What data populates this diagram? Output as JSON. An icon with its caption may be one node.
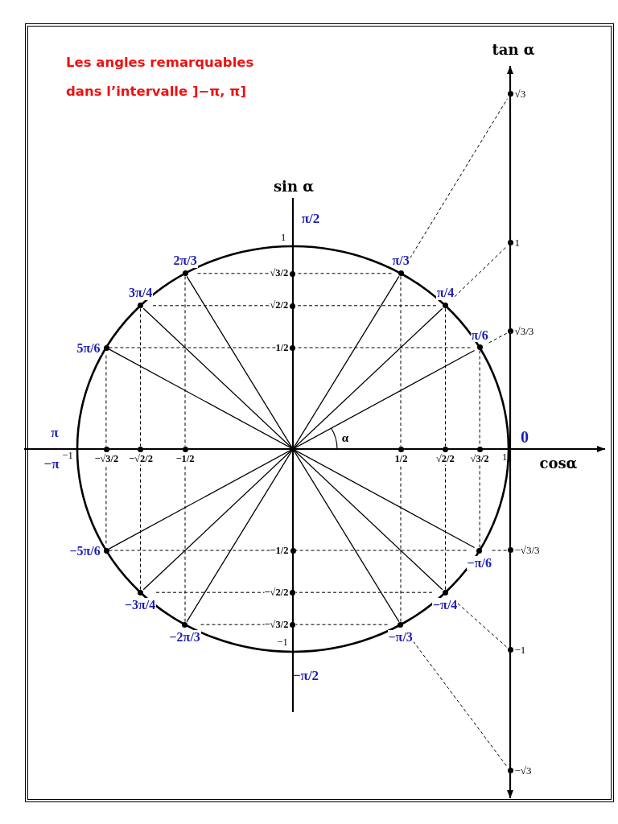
{
  "diagram": {
    "title": "Les angles remarquables dans l’intervalle ]−π, π]",
    "nodes": [
      {
        "text": [
          "2π/3"
        ]
      },
      {
        "text": [
          "π/3"
        ]
      },
      {
        "text": [
          "3π/4"
        ]
      },
      {
        "text": [
          "π/4"
        ]
      },
      {
        "text": [
          "5π/6"
        ]
      },
      {
        "text": [
          "π/6"
        ]
      },
      {
        "text": [
          "−5π/6"
        ]
      },
      {
        "text": [
          "−π/6"
        ]
      },
      {
        "text": [
          "−3π/4"
        ]
      },
      {
        "text": [
          "−π/4"
        ]
      },
      {
        "text": [
          "−2π/3"
        ]
      },
      {
        "text": [
          "−π/3"
        ]
      },
      {
        "text": [
          "√3/2"
        ]
      },
      {
        "text": [
          "√2/2"
        ]
      },
      {
        "text": [
          "1/2"
        ]
      },
      {
        "text": [
          "−1/2"
        ]
      },
      {
        "text": [
          "−√2/2"
        ]
      },
      {
        "text": [
          "−√3/2"
        ]
      },
      {
        "text": [
          "−√3/2"
        ]
      },
      {
        "text": [
          "−√2/2"
        ]
      },
      {
        "text": [
          "−1/2"
        ]
      },
      {
        "text": [
          "1/2"
        ]
      },
      {
        "text": [
          "√2/2"
        ]
      },
      {
        "text": [
          "√3/2"
        ]
      },
      {
        "text": [
          "√3"
        ]
      },
      {
        "text": [
          "1"
        ]
      },
      {
        "text": [
          "√3/3"
        ]
      },
      {
        "text": [
          "−√3/3"
        ]
      },
      {
        "text": [
          "−1"
        ]
      },
      {
        "text": [
          "−√3"
        ]
      }
    ],
    "edges": [
      {
        "from": 0,
        "to": 11,
        "arrow": "none"
      },
      {
        "from": 1,
        "to": 10,
        "arrow": "none"
      },
      {
        "from": 2,
        "to": 9,
        "arrow": "none"
      },
      {
        "from": 3,
        "to": 8,
        "arrow": "none"
      },
      {
        "from": 4,
        "to": 7,
        "arrow": "none"
      },
      {
        "from": 5,
        "to": 6,
        "arrow": "none"
      },
      {
        "from": 0,
        "to": 12,
        "arrow": "none",
        "style": "dashed"
      },
      {
        "from": 1,
        "to": 12,
        "arrow": "none",
        "style": "dashed"
      },
      {
        "from": 2,
        "to": 13,
        "arrow": "none",
        "style": "dashed"
      },
      {
        "from": 3,
        "to": 13,
        "arrow": "none",
        "style": "dashed"
      },
      {
        "from": 4,
        "to": 14,
        "arrow": "none",
        "style": "dashed"
      },
      {
        "from": 5,
        "to": 14,
        "arrow": "none",
        "style": "dashed"
      },
      {
        "from": 6,
        "to": 15,
        "arrow": "none",
        "style": "dashed"
      },
      {
        "from": 7,
        "to": 15,
        "arrow": "none",
        "style": "dashed"
      },
      {
        "from": 8,
        "to": 16,
        "arrow": "none",
        "style": "dashed"
      },
      {
        "from": 9,
        "to": 16,
        "arrow": "none",
        "style": "dashed"
      },
      {
        "from": 10,
        "to": 17,
        "arrow": "none",
        "style": "dashed"
      },
      {
        "from": 11,
        "to": 17,
        "arrow": "none",
        "style": "dashed"
      },
      {
        "from": 4,
        "to": 18,
        "arrow": "none",
        "style": "dashed"
      },
      {
        "from": 6,
        "to": 18,
        "arrow": "none",
        "style": "dashed"
      },
      {
        "from": 2,
        "to": 19,
        "arrow": "none",
        "style": "dashed"
      },
      {
        "from": 8,
        "to": 19,
        "arrow": "none",
        "style": "dashed"
      },
      {
        "from": 0,
        "to": 20,
        "arrow": "none",
        "style": "dashed"
      },
      {
        "from": 10,
        "to": 20,
        "arrow": "none",
        "style": "dashed"
      },
      {
        "from": 1,
        "to": 21,
        "arrow": "none",
        "style": "dashed"
      },
      {
        "from": 11,
        "to": 21,
        "arrow": "none",
        "style": "dashed"
      },
      {
        "from": 3,
        "to": 22,
        "arrow": "none",
        "style": "dashed"
      },
      {
        "from": 9,
        "to": 22,
        "arrow": "none",
        "style": "dashed"
      },
      {
        "from": 5,
        "to": 23,
        "arrow": "none",
        "style": "dashed"
      },
      {
        "from": 7,
        "to": 23,
        "arrow": "none",
        "style": "dashed"
      },
      {
        "from": 1,
        "to": 24,
        "arrow": "none",
        "style": "dashed"
      },
      {
        "from": 3,
        "to": 25,
        "arrow": "none",
        "style": "dashed"
      },
      {
        "from": 5,
        "to": 26,
        "arrow": "none",
        "style": "dashed"
      },
      {
        "from": 7,
        "to": 27,
        "arrow": "none",
        "style": "dashed"
      },
      {
        "from": 9,
        "to": 28,
        "arrow": "none",
        "style": "dashed"
      },
      {
        "from": 11,
        "to": 29,
        "arrow": "none",
        "style": "dashed"
      }
    ],
    "labels": [
      "tan α",
      "sin α",
      "π/2",
      "1",
      "π",
      "α",
      "0",
      "−π",
      "−1",
      "1",
      "cosα",
      "−1",
      "−π/2"
    ]
  }
}
